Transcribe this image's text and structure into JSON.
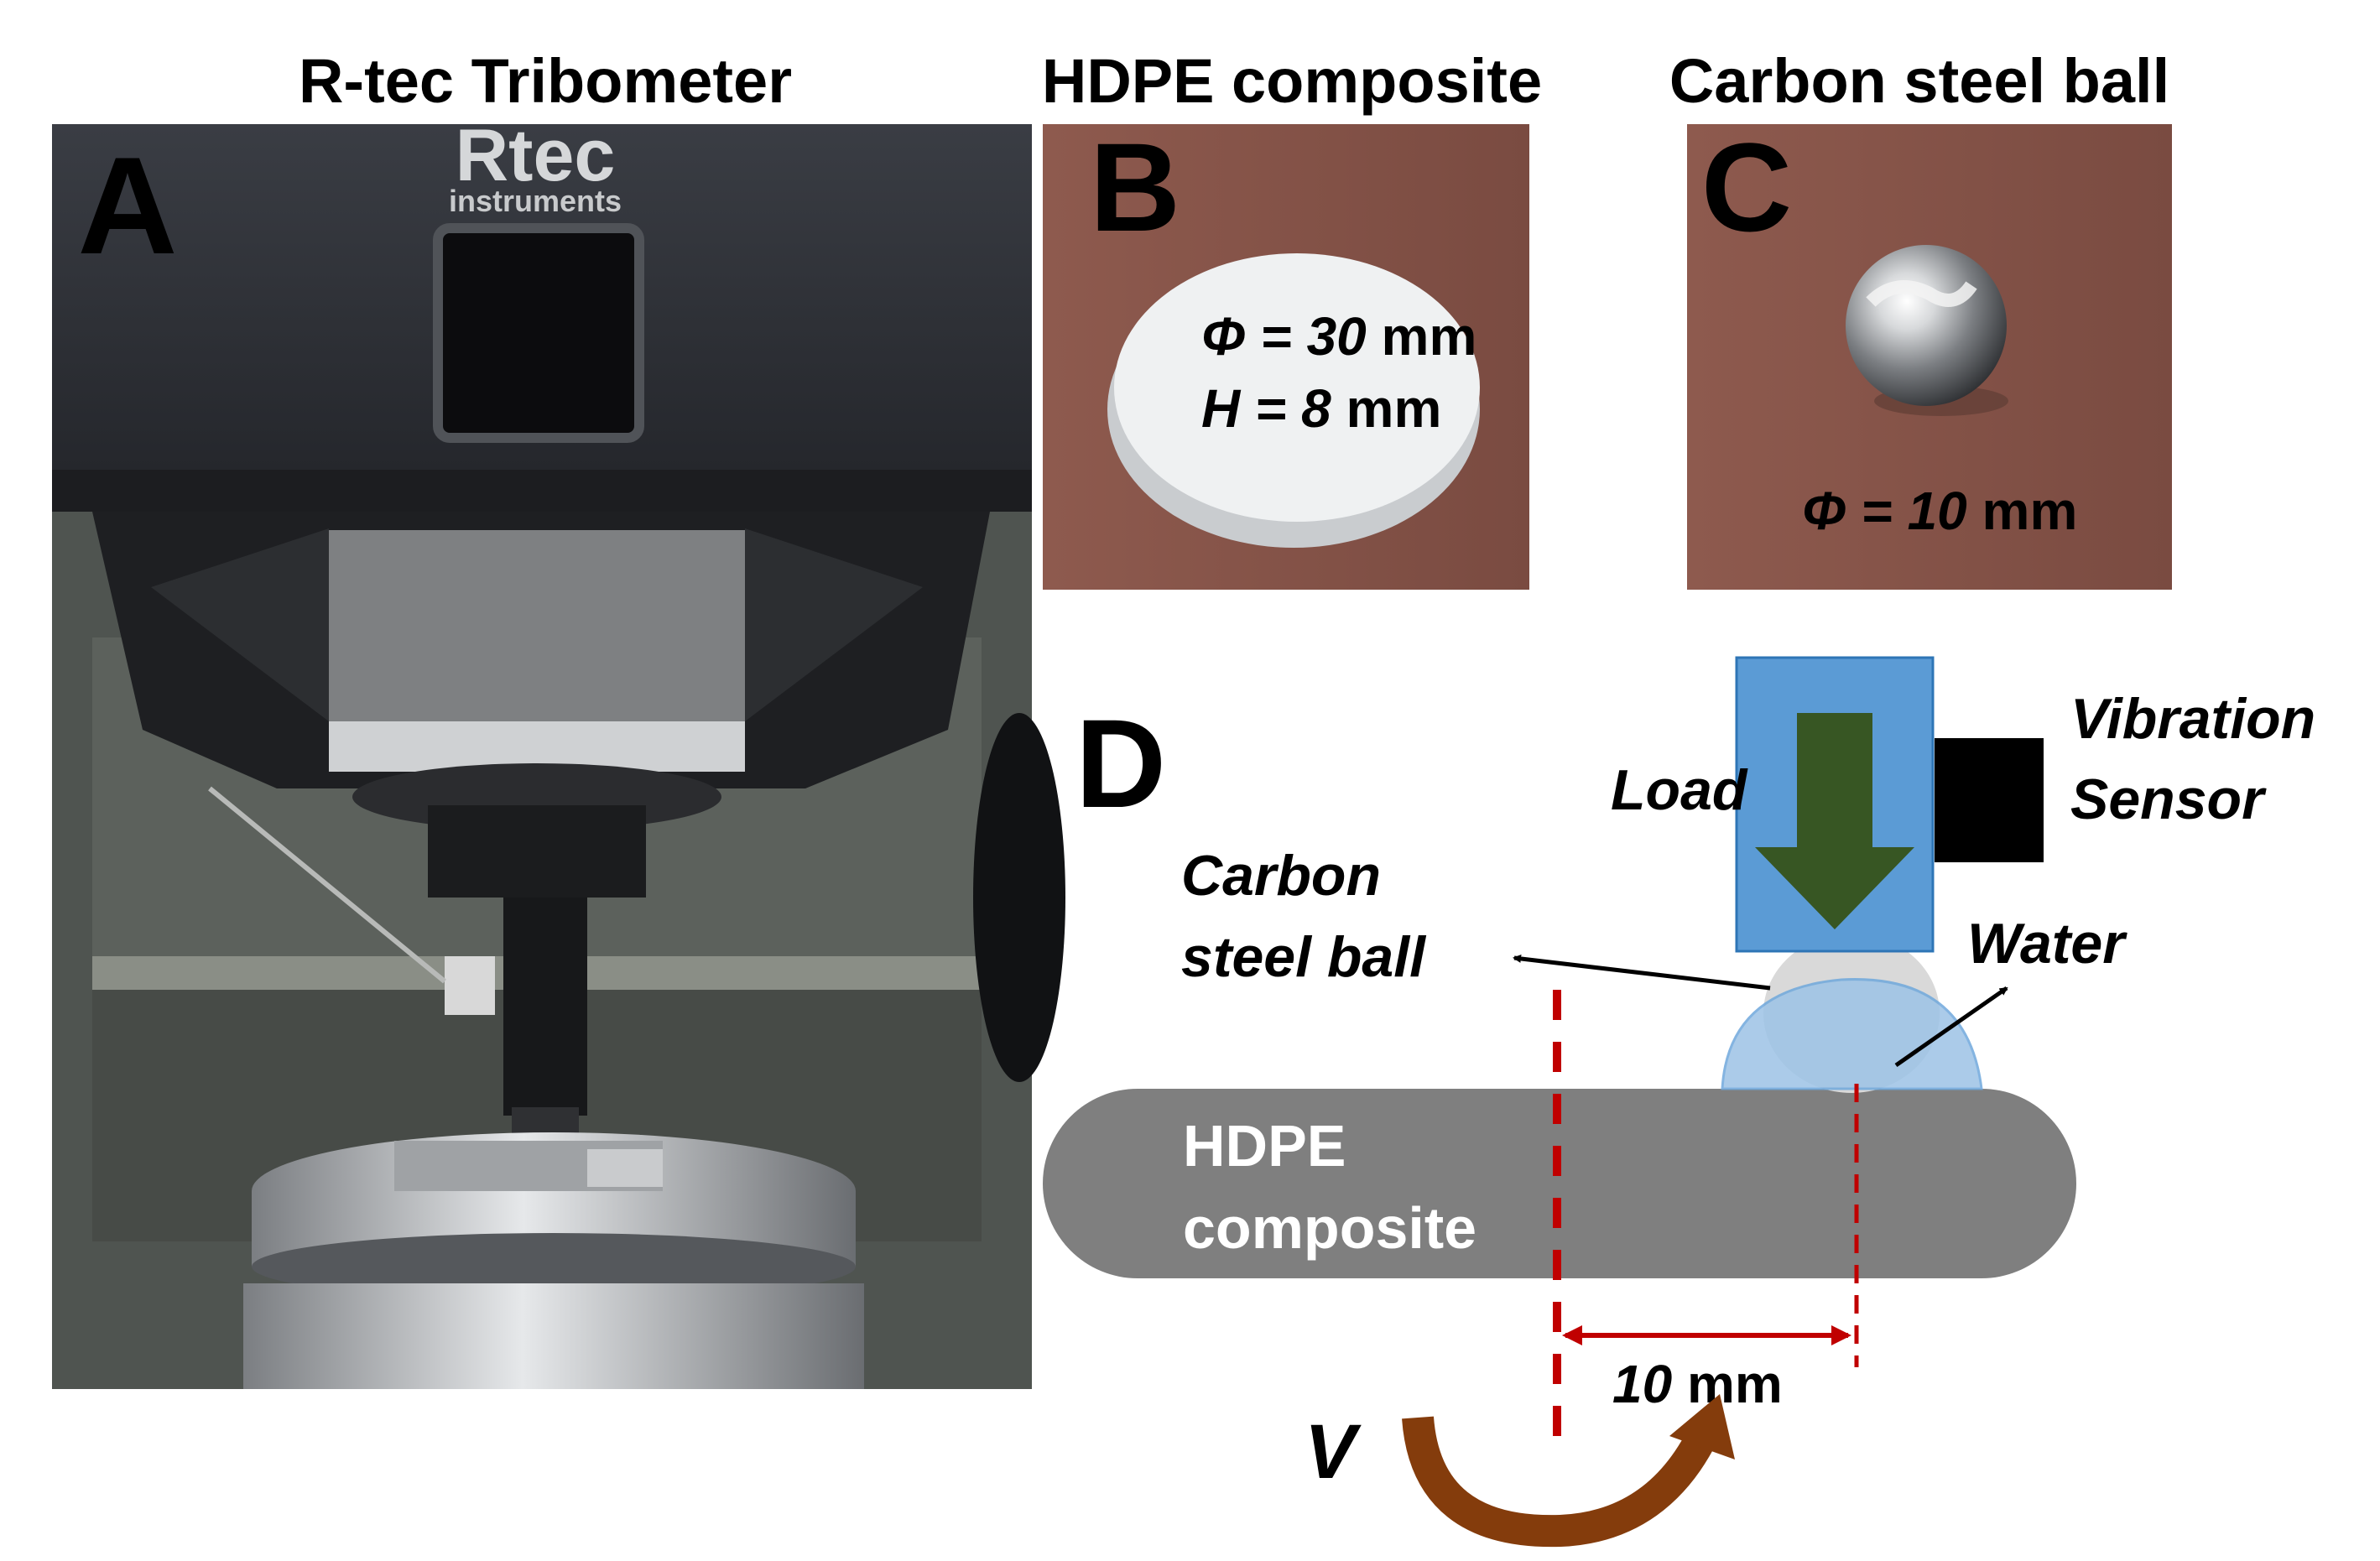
{
  "panels": {
    "a": {
      "letter": "A",
      "title": "R-tec Tribometer",
      "logo_text": "Rtec",
      "logo_subtext": "instruments"
    },
    "b": {
      "letter": "B",
      "title": "HDPE composite",
      "diameter_symbol": "Φ = 30",
      "diameter_unit": " mm",
      "height_symbol": "H = 8",
      "height_unit": " mm"
    },
    "c": {
      "letter": "C",
      "title": "Carbon steel ball",
      "diameter_symbol": "Φ = 10",
      "diameter_unit": " mm"
    },
    "d": {
      "letter": "D",
      "load_label": "Load",
      "sensor_label_line1": "Vibration",
      "sensor_label_line2": "Sensor",
      "ball_label_line1": "Carbon",
      "ball_label_line2": "steel ball",
      "water_label": "Water",
      "substrate_label_line1": "HDPE",
      "substrate_label_line2": "composite",
      "radius_value": "10",
      "radius_unit": " mm",
      "velocity_label": "V"
    }
  },
  "colors": {
    "holder_blue": "#5b9bd5",
    "load_arrow": "#375623",
    "substrate_gray": "#7f7f7f",
    "water_blue": "#9dc3e6",
    "dashed_red": "#c00000",
    "rotation_brown": "#843c0c",
    "photo_background": "#8e5a4e"
  }
}
